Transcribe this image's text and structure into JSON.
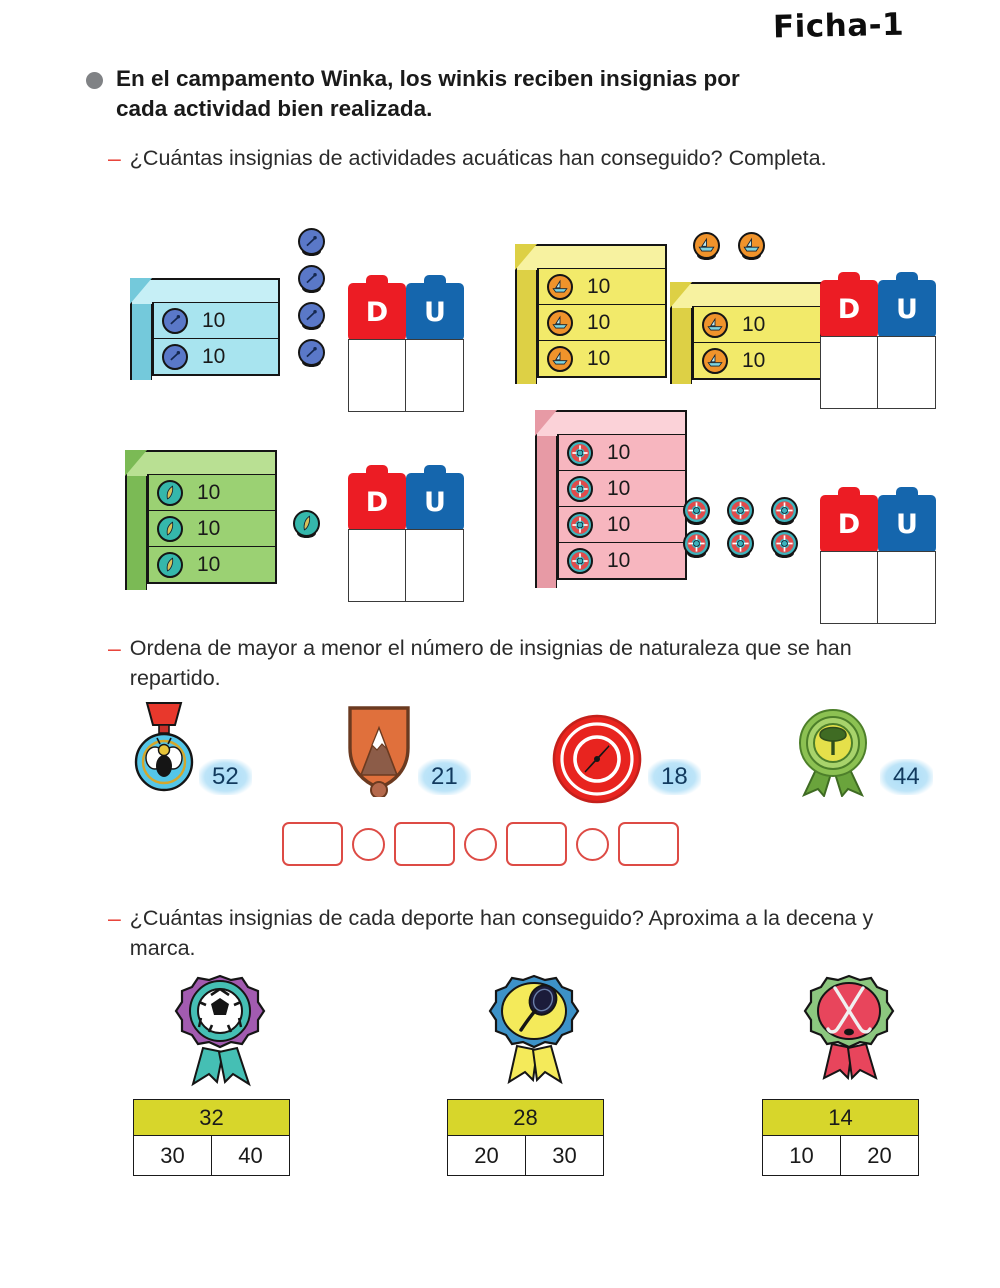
{
  "page": {
    "sheet_label": "Ficha-1",
    "bullet_icon": "gray-dot-bullet"
  },
  "intro": {
    "text": "En el campamento Winka, los winkis reciben insignias por cada actividad bien realizada."
  },
  "questions": [
    {
      "id": "q1",
      "dash": "–",
      "text": "¿Cuántas insignias de actividades acuáticas han conseguido? Completa."
    },
    {
      "id": "q2",
      "dash": "–",
      "text": "Ordena de mayor a menor el número de insignias de naturaleza que se han repartido."
    },
    {
      "id": "q3",
      "dash": "–",
      "text": "¿Cuántas insignias de cada deporte han conseguido? Aproxima a la decena y marca."
    }
  ],
  "place_value": {
    "tens_label": "D",
    "ones_label": "U",
    "tens_color": "#ec1c24",
    "ones_color": "#1566ad",
    "answer_tens": "",
    "answer_ones": ""
  },
  "activity_groups": [
    {
      "name": "diving",
      "badge_icon": "diving-badge-icon",
      "box_color": "#a8e4ef",
      "box_top_color": "#c6eff6",
      "box_side_color": "#74c9db",
      "badge_color": "#5a78c8",
      "boxes": [
        "10",
        "10"
      ],
      "loose_badges": 4,
      "loose_layout": "column"
    },
    {
      "name": "sailing",
      "badge_icon": "sailboat-badge-icon",
      "box_color": "#f2ea6a",
      "box_top_color": "#f7f2a0",
      "box_side_color": "#ddd045",
      "badge_color": "#f0932b",
      "boxes_left": [
        "10",
        "10",
        "10"
      ],
      "boxes_right": [
        "10",
        "10"
      ],
      "loose_badges": 2,
      "loose_layout": "row"
    },
    {
      "name": "canoeing",
      "badge_icon": "feather-badge-icon",
      "box_color": "#9bd173",
      "box_top_color": "#b9e093",
      "box_side_color": "#7bba55",
      "badge_color": "#35b7ab",
      "boxes": [
        "10",
        "10",
        "10"
      ],
      "loose_badges": 1,
      "loose_layout": "single"
    },
    {
      "name": "lifesaving",
      "badge_icon": "lifebuoy-badge-icon",
      "box_color": "#f7b6bf",
      "box_top_color": "#fbd2d8",
      "box_side_color": "#e79aa5",
      "badge_color": "#3eb4bd",
      "boxes": [
        "10",
        "10",
        "10",
        "10"
      ],
      "loose_badges": 6,
      "loose_layout": "grid-3x2"
    }
  ],
  "nature_badges": [
    {
      "name": "bee-medal",
      "icon": "bee-medal-icon",
      "value": "52",
      "ribbon_color": "#e8382c",
      "disc_color": "#54c6e8"
    },
    {
      "name": "mountain-shield",
      "icon": "mountain-shield-icon",
      "value": "21",
      "shield_color": "#e0703c"
    },
    {
      "name": "compass-badge",
      "icon": "compass-badge-icon",
      "value": "18",
      "disc_color": "#e8241f"
    },
    {
      "name": "tree-rosette",
      "icon": "tree-rosette-icon",
      "value": "44",
      "rosette_color": "#8cc152",
      "center_color": "#e5e04a"
    }
  ],
  "ordering_slots": {
    "boxes": 4,
    "circles": 3,
    "box_values": [
      "",
      "",
      "",
      ""
    ],
    "circle_values": [
      "",
      "",
      ""
    ],
    "outline_color": "#dd4b45"
  },
  "sports": [
    {
      "name": "soccer",
      "icon": "soccer-rosette-icon",
      "outer_color": "#a25bb0",
      "inner_color": "#45bfb4",
      "count": "32",
      "options": [
        "30",
        "40"
      ],
      "header_color": "#d7d62b"
    },
    {
      "name": "tennis",
      "icon": "racket-rosette-icon",
      "outer_color": "#3d92c8",
      "inner_color": "#f4ea5a",
      "count": "28",
      "options": [
        "20",
        "30"
      ],
      "header_color": "#d7d62b"
    },
    {
      "name": "hockey",
      "icon": "hockey-rosette-icon",
      "outer_color": "#8cc77f",
      "inner_color": "#e8455c",
      "count": "14",
      "options": [
        "10",
        "20"
      ],
      "header_color": "#d7d62b"
    }
  ]
}
